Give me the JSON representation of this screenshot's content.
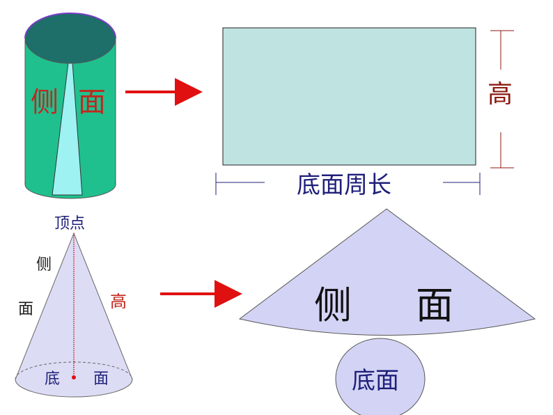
{
  "cylinder": {
    "side_label_left": "侧",
    "side_label_right": "面"
  },
  "rectangle": {
    "height_label": "高",
    "width_label": "底面周长"
  },
  "cone": {
    "apex_label": "顶点",
    "side_label_top": "侧",
    "side_label_bottom": "面",
    "height_label": "高",
    "base_label_left": "底",
    "base_label_right": "面"
  },
  "cone_net": {
    "sector_label_left": "侧",
    "sector_label_right": "面",
    "base_label": "底面"
  },
  "colors": {
    "cylinder_side": "#1fc08e",
    "cylinder_top": "#1e6e6a",
    "cylinder_slit": "#9ef2f2",
    "rectangle_fill": "#bfe3e1",
    "cone_fill": "#dcdcf5",
    "sector_fill": "#d3d3f5",
    "arrow_red": "#e01010"
  }
}
